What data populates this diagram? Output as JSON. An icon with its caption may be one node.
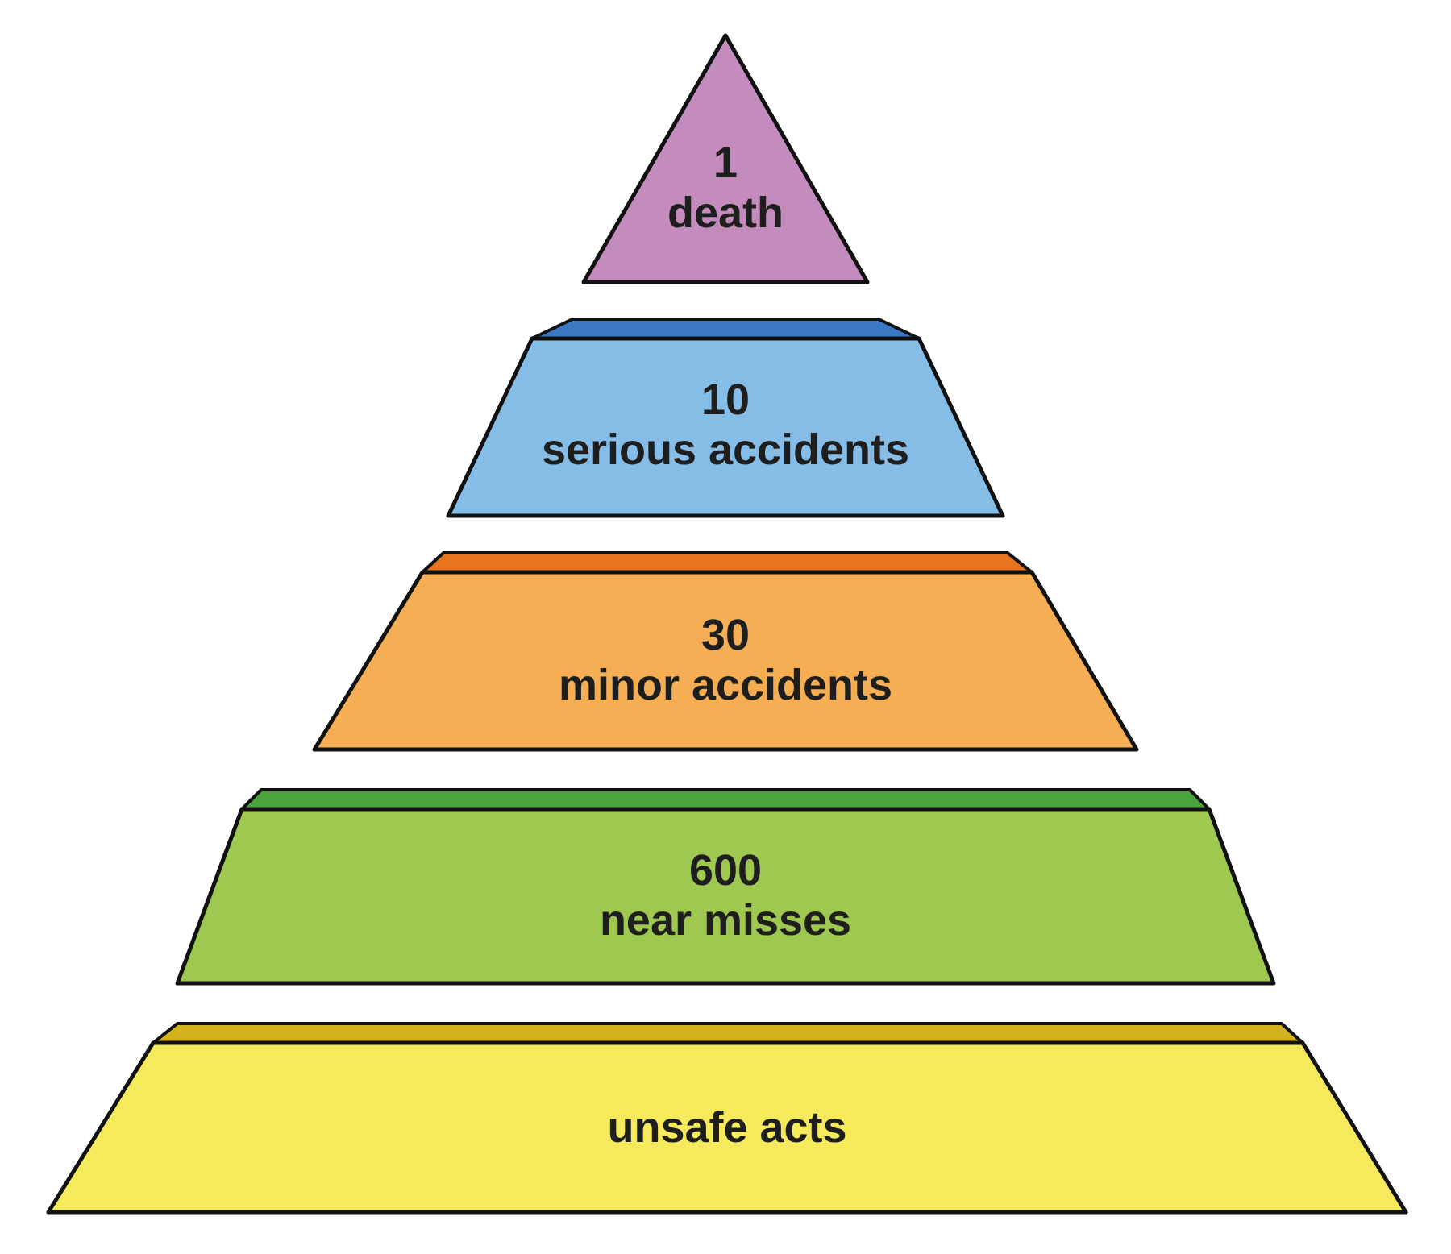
{
  "diagram": {
    "nodes": [
      {
        "text": [
          "1",
          "death"
        ]
      },
      {
        "text": [
          "10",
          "serious accidents"
        ]
      },
      {
        "text": [
          "30",
          "minor accidents"
        ]
      },
      {
        "text": [
          "600",
          "near misses"
        ]
      },
      {
        "text": [
          "unsafe acts"
        ]
      }
    ]
  }
}
